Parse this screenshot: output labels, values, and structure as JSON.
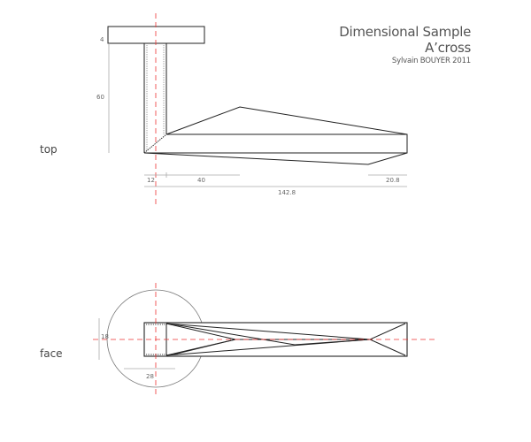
{
  "title": {
    "line1": "Dimensional Sample",
    "line2": "A’cross",
    "author": "Sylvain BOUYER 2011"
  },
  "views": {
    "top": {
      "label": "top",
      "dims": {
        "plate": "4",
        "height": "60",
        "stem": "12",
        "peak": "40",
        "tip": "20.8",
        "length": "142.8"
      }
    },
    "face": {
      "label": "face",
      "dims": {
        "height": "18",
        "rosette": "28"
      }
    }
  },
  "colors": {
    "outline": "#222222",
    "centerline": "#ee3333",
    "dimension": "#aaaaaa"
  }
}
